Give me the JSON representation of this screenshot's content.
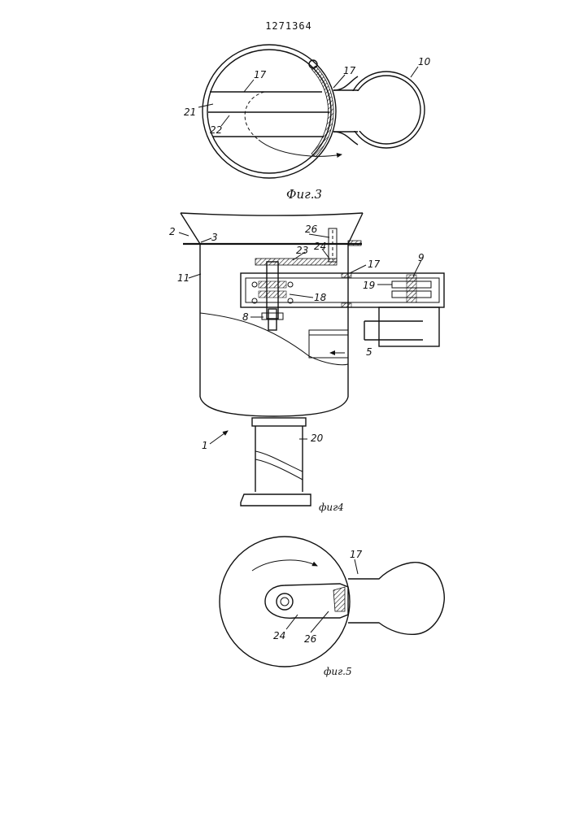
{
  "patent_number": "1271364",
  "fig3": {
    "caption": "Фиг.3",
    "labels": {
      "l17a": "17",
      "l17b": "17",
      "l10": "10",
      "l21": "21",
      "l22": "22"
    }
  },
  "fig4": {
    "caption": "фиг4",
    "labels": {
      "l2": "2",
      "l3": "3",
      "l11": "11",
      "l26": "26",
      "l24": "24",
      "l23": "23",
      "l17": "17",
      "l9": "9",
      "l19": "19",
      "l18": "18",
      "l8": "8",
      "l5": "5",
      "l1": "1",
      "l20": "20"
    }
  },
  "fig5": {
    "caption": "фиг.5",
    "labels": {
      "l17": "17",
      "l24": "24",
      "l26": "26"
    }
  }
}
